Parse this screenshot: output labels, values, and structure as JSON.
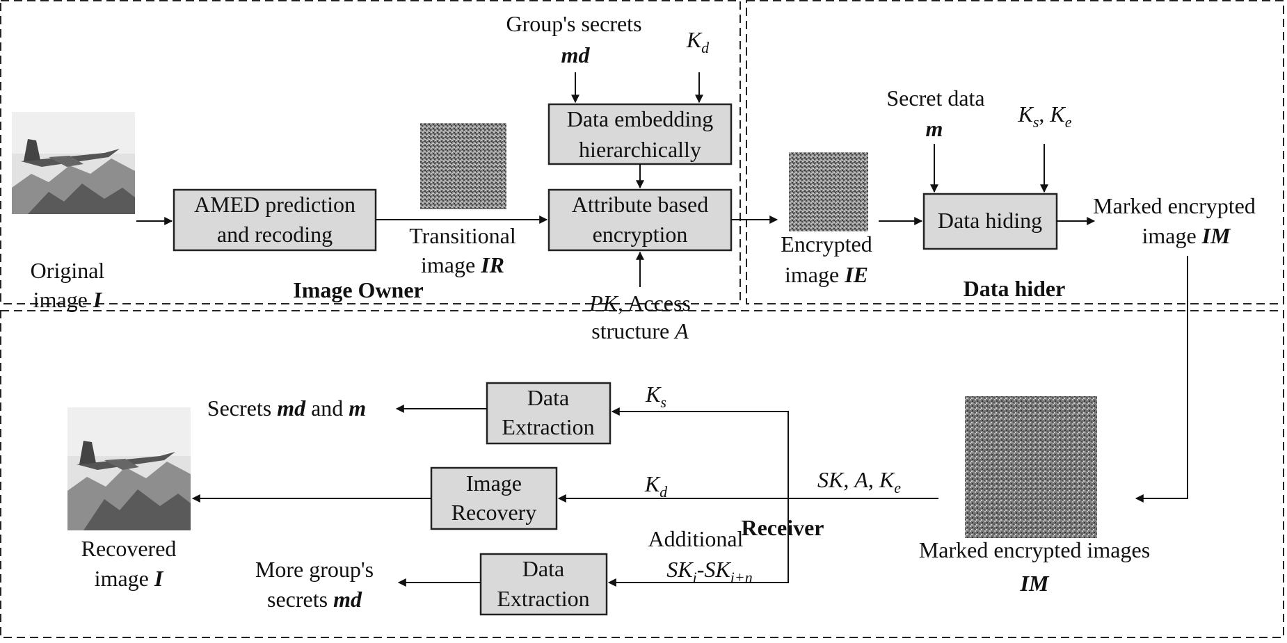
{
  "regions": {
    "owner": "Image Owner",
    "hider": "Data hider",
    "receiver": "Receiver"
  },
  "boxes": {
    "amed": [
      "AMED prediction",
      "and recoding"
    ],
    "embed": [
      "Data embedding",
      "hierarchically"
    ],
    "abe": [
      "Attribute based",
      "encryption"
    ],
    "hiding": [
      "Data hiding"
    ],
    "extract_top": [
      "Data",
      "Extraction"
    ],
    "recovery": [
      "Image",
      "Recovery"
    ],
    "extract_bottom": [
      "Data",
      "Extraction"
    ]
  },
  "labels": {
    "original": {
      "line1": "Original",
      "line2_pre": "image ",
      "line2_sym": "I"
    },
    "transitional": {
      "line1": "Transitional",
      "line2_pre": "image ",
      "line2_sym": "IR"
    },
    "group_secrets": {
      "line1": "Group's secrets",
      "sym": "md"
    },
    "kd_top": {
      "base": "K",
      "sub": "d"
    },
    "pk": {
      "sym": "PK",
      "rest": ", Access",
      "line2_pre": "structure ",
      "line2_sym": "A"
    },
    "encrypted": {
      "line1": "Encrypted",
      "line2_pre": "image ",
      "line2_sym": "IE"
    },
    "secret_data": {
      "line1": "Secret data",
      "sym": "m"
    },
    "ks_ke": {
      "k1": "K",
      "s1": "s",
      "sep": ", ",
      "k2": "K",
      "s2": "e"
    },
    "marked": {
      "line1": "Marked encrypted",
      "line2_pre": "image ",
      "line2_sym": "IM"
    },
    "secrets_out": {
      "pre": "Secrets ",
      "sym1": "md",
      "mid": " and ",
      "sym2": "m"
    },
    "ks_recv": {
      "base": "K",
      "sub": "s"
    },
    "sk_a_ke": {
      "a": "SK",
      "b": ", ",
      "c": "A",
      "d": ", ",
      "e": "K",
      "sub": "e"
    },
    "kd_recv": {
      "base": "K",
      "sub": "d"
    },
    "additional": {
      "line1": "Additional",
      "a": "SK",
      "asub": "i",
      "dash": "-",
      "b": "SK",
      "bsub": "i+n"
    },
    "recovered": {
      "line1": "Recovered",
      "line2_pre": "image ",
      "line2_sym": "I"
    },
    "more_secrets": {
      "line1": "More group's",
      "line2_pre": "secrets ",
      "line2_sym": "md"
    },
    "marked_images": {
      "line1": "Marked encrypted images",
      "sym": "IM"
    }
  },
  "images": {
    "original": "airplane-photo",
    "transitional": "noise-image",
    "encrypted": "noise-image",
    "marked": "noise-image",
    "recovered": "airplane-photo"
  },
  "colors": {
    "box_fill": "#d9d9d9",
    "noise": "#7a7a7a"
  }
}
